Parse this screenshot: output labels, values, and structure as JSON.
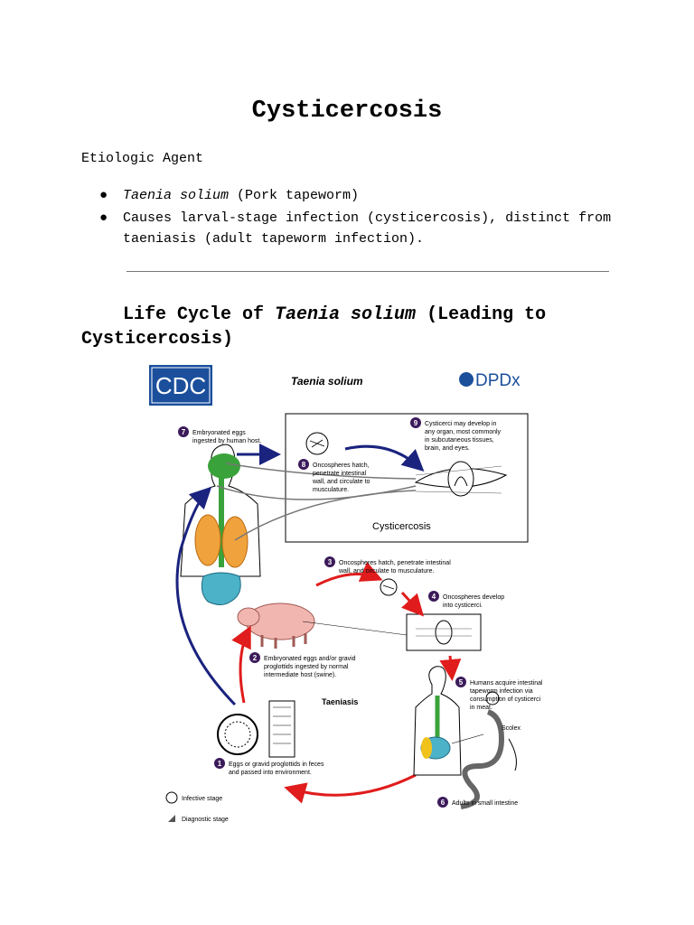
{
  "doc": {
    "title": "Cysticercosis",
    "section_label": "Etiologic Agent",
    "bullets": [
      {
        "italic": "Taenia solium",
        "rest": " (Pork tapeworm)"
      },
      {
        "italic": "",
        "rest": "Causes larval-stage infection (cysticercosis), distinct from taeniasis (adult tapeworm infection)."
      }
    ],
    "heading_prefix": "Life Cycle of ",
    "heading_italic": "Taenia solium",
    "heading_suffix": " (Leading to Cysticercosis)"
  },
  "figure": {
    "logo_cdc": "CDC",
    "species": "Taenia solium",
    "logo_dpdx": "DPDx",
    "cysticercosis_label": "Cysticercosis",
    "taeniasis_label": "Taeniasis",
    "scolex_label": "Scolex",
    "steps": [
      {
        "n": "1",
        "lines": [
          "Eggs or gravid proglottids in feces",
          "and passed into environment."
        ]
      },
      {
        "n": "2",
        "lines": [
          "Embryonated eggs and/or gravid",
          "proglottids ingested by normal",
          "intermediate host (swine)."
        ]
      },
      {
        "n": "3",
        "lines": [
          "Oncospheres hatch, penetrate intestinal",
          "wall, and circulate to musculature."
        ]
      },
      {
        "n": "4",
        "lines": [
          "Oncospheres develop",
          "into cysticerci."
        ]
      },
      {
        "n": "5",
        "lines": [
          "Humans acquire intestinal",
          "tapeworm infection via",
          "consumption of cysticerci",
          "in meat."
        ]
      },
      {
        "n": "6",
        "lines": [
          "Adults in small intestine"
        ]
      },
      {
        "n": "7",
        "lines": [
          "Embryonated eggs",
          "ingested by human host."
        ]
      },
      {
        "n": "8",
        "lines": [
          "Oncospheres hatch,",
          "penetrate intestinal",
          "wall, and circulate to",
          "musculature."
        ]
      },
      {
        "n": "9",
        "lines": [
          "Cysticerci may develop in",
          "any organ, most commonly",
          "in subcutaneous tissues,",
          "brain, and eyes."
        ]
      }
    ],
    "legend": {
      "infective": "Infective stage",
      "diagnostic": "Diagnostic stage"
    },
    "colors": {
      "blue_arrow": "#1a237e",
      "red_arrow": "#e01c1c",
      "step_circle": "#3b1a5a",
      "body_green": "#3aa23a",
      "lung_orange": "#f0a23c",
      "cdc_blue": "#1b4f9c"
    }
  }
}
